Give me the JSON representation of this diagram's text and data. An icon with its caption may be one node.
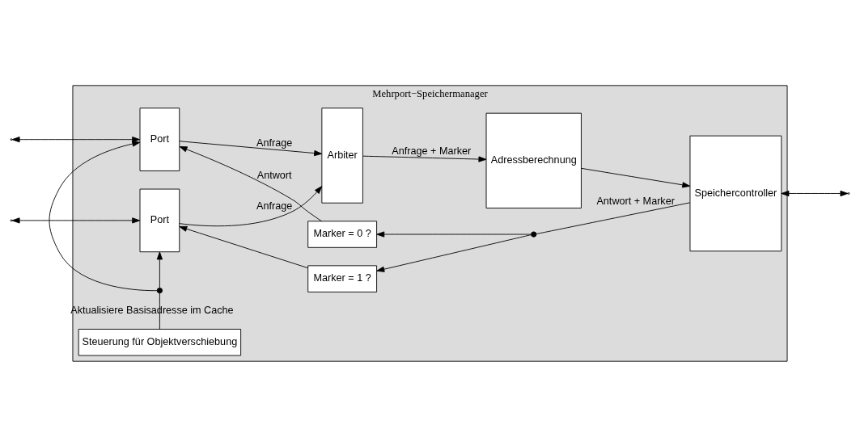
{
  "diagram": {
    "nodes": [
      {
        "text": [
          "Mehrport−Speichermanager"
        ]
      },
      {
        "text": [
          "Port"
        ],
        "in": 0
      },
      {
        "text": [
          "Port"
        ],
        "in": 0
      },
      {
        "text": [
          "Marker = 0 ?"
        ],
        "in": 0
      },
      {
        "text": [
          "Marker = 1 ?"
        ],
        "in": 0
      },
      {
        "text": [
          "Arbiter"
        ],
        "in": 0
      },
      {
        "text": [
          "Adressberechnung"
        ],
        "in": 0
      },
      {
        "text": [
          "Speichercontroller"
        ],
        "in": 0
      },
      {
        "text": [
          "Steuerung für Objektverschiebung"
        ],
        "in": 0
      },
      {
        "text": [],
        "shape": "circle",
        "in": 0
      },
      {
        "text": [],
        "shape": "circle",
        "in": 0
      }
    ],
    "edges": [
      {
        "from": null,
        "to": 1,
        "arrow": "both"
      },
      {
        "from": null,
        "to": 2,
        "arrow": "both"
      },
      {
        "from": 1,
        "to": 5,
        "arrow": "to",
        "label": "Anfrage"
      },
      {
        "from": 2,
        "to": 5,
        "arrow": "to",
        "label": "Anfrage"
      },
      {
        "from": 5,
        "to": 6,
        "arrow": "to",
        "label": "Anfrage + Marker"
      },
      {
        "from": 6,
        "to": 7,
        "arrow": "to"
      },
      {
        "from": 7,
        "to": null,
        "arrow": "both"
      },
      {
        "from": 7,
        "to": 9,
        "arrow": "none",
        "label": "Antwort + Marker"
      },
      {
        "from": 9,
        "to": 3,
        "arrow": "to"
      },
      {
        "from": 9,
        "to": 4,
        "arrow": "to"
      },
      {
        "from": 3,
        "to": 1,
        "arrow": "to",
        "label": "Antwort"
      },
      {
        "from": 4,
        "to": 2,
        "arrow": "to"
      },
      {
        "from": 8,
        "to": 10,
        "arrow": "none",
        "label": "Aktualisiere Basisadresse im Cache"
      },
      {
        "from": 10,
        "to": 1,
        "arrow": "to"
      },
      {
        "from": 10,
        "to": 2,
        "arrow": "to"
      }
    ]
  }
}
